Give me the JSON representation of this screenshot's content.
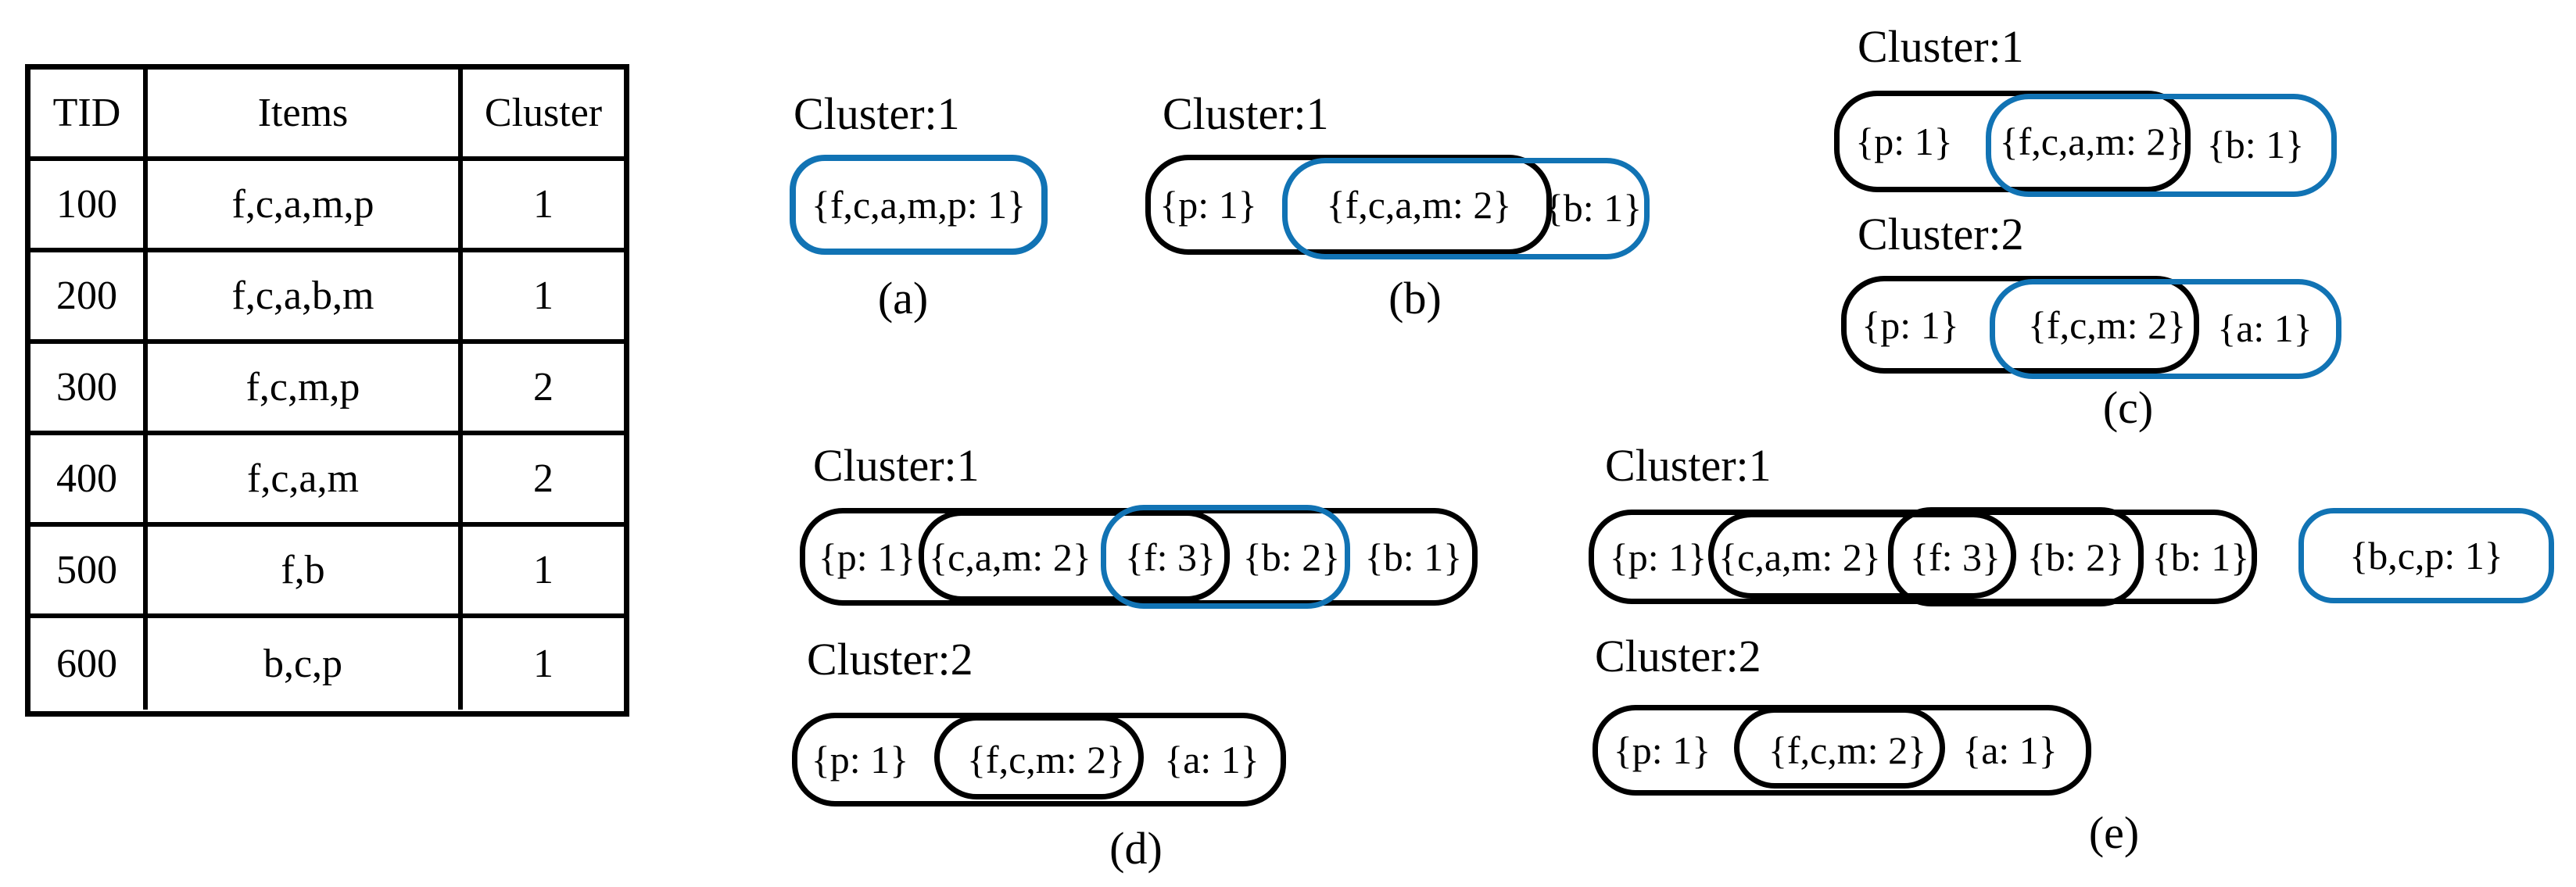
{
  "colors": {
    "highlight_blue": "#1173b4",
    "ink_black": "#000000",
    "background": "#ffffff"
  },
  "table": {
    "headers": [
      "TID",
      "Items",
      "Cluster"
    ],
    "rows": [
      [
        "100",
        "f,c,a,m,p",
        "1"
      ],
      [
        "200",
        "f,c,a,b,m",
        "1"
      ],
      [
        "300",
        "f,c,m,p",
        "2"
      ],
      [
        "400",
        "f,c,a,m",
        "2"
      ],
      [
        "500",
        "f,b",
        "1"
      ],
      [
        "600",
        "b,c,p",
        "1"
      ]
    ]
  },
  "diagrams": {
    "a": {
      "caption": "(a)",
      "clusters": [
        {
          "label": "Cluster:1",
          "nodes": [
            "{f,c,a,m,p: 1}"
          ]
        }
      ]
    },
    "b": {
      "caption": "(b)",
      "clusters": [
        {
          "label": "Cluster:1",
          "nodes": [
            "{p: 1}",
            "{f,c,a,m: 2}",
            "{b: 1}"
          ]
        }
      ]
    },
    "c": {
      "caption": "(c)",
      "clusters": [
        {
          "label": "Cluster:1",
          "nodes": [
            "{p: 1}",
            "{f,c,a,m: 2}",
            "{b: 1}"
          ]
        },
        {
          "label": "Cluster:2",
          "nodes": [
            "{p: 1}",
            "{f,c,m: 2}",
            "{a: 1}"
          ]
        }
      ]
    },
    "d": {
      "caption": "(d)",
      "clusters": [
        {
          "label": "Cluster:1",
          "nodes": [
            "{p: 1}",
            "{c,a,m: 2}",
            "{f: 3}",
            "{b: 2}",
            "{b: 1}"
          ]
        },
        {
          "label": "Cluster:2",
          "nodes": [
            "{p: 1}",
            "{f,c,m: 2}",
            "{a: 1}"
          ]
        }
      ]
    },
    "e": {
      "caption": "(e)",
      "clusters": [
        {
          "label": "Cluster:1",
          "nodes": [
            "{p: 1}",
            "{c,a,m: 2}",
            "{f: 3}",
            "{b: 2}",
            "{b: 1}"
          ]
        },
        {
          "label": "Cluster:2",
          "nodes": [
            "{p: 1}",
            "{f,c,m: 2}",
            "{a: 1}"
          ]
        }
      ],
      "standalone_node": "{b,c,p: 1}"
    }
  }
}
